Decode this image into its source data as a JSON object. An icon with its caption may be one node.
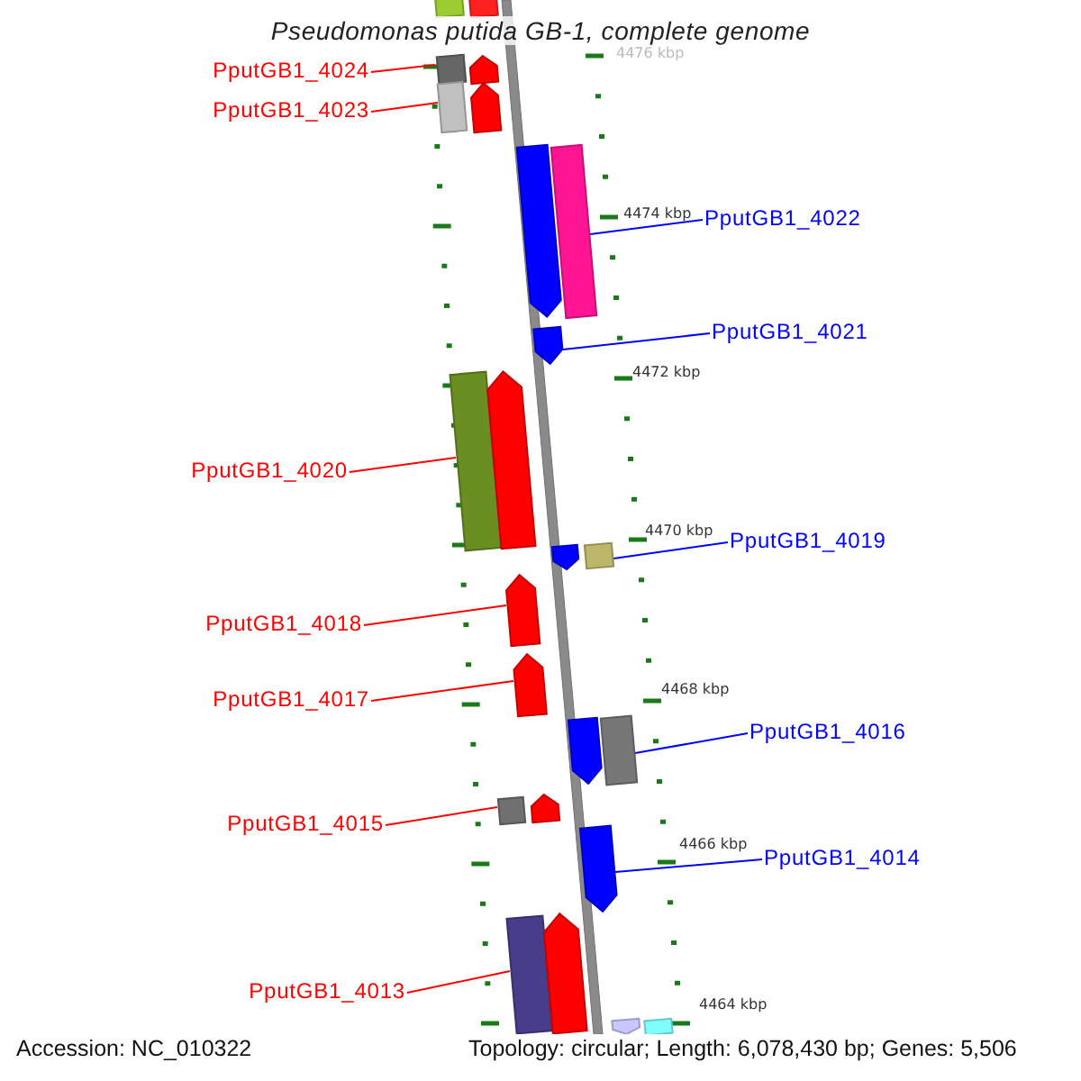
{
  "diagram": {
    "title": "Pseudomonas putida GB-1, complete genome",
    "nodes": [
      {
        "text": [],
        "shape": "bar"
      },
      {
        "text": [],
        "shape": "bar"
      },
      {
        "text": [
          "PputGB1_4024"
        ]
      },
      {
        "text": [],
        "shape": "bar"
      },
      {
        "text": [],
        "shape": "pentagon"
      },
      {
        "text": [
          "PputGB1_4023"
        ]
      },
      {
        "text": [],
        "shape": "bar"
      },
      {
        "text": [],
        "shape": "pentagon"
      },
      {
        "text": [],
        "shape": "pentagon"
      },
      {
        "text": [],
        "shape": "bar"
      },
      {
        "text": [
          "PputGB1_4022"
        ]
      },
      {
        "text": [],
        "shape": "pentagon"
      },
      {
        "text": [
          "PputGB1_4021"
        ]
      },
      {
        "text": [
          "PputGB1_4020"
        ]
      },
      {
        "text": [],
        "shape": "bar"
      },
      {
        "text": [],
        "shape": "pentagon"
      },
      {
        "text": [],
        "shape": "pentagon"
      },
      {
        "text": [],
        "shape": "bar"
      },
      {
        "text": [
          "PputGB1_4019"
        ]
      },
      {
        "text": [
          "PputGB1_4018"
        ]
      },
      {
        "text": [],
        "shape": "pentagon"
      },
      {
        "text": [
          "PputGB1_4017"
        ]
      },
      {
        "text": [],
        "shape": "pentagon"
      },
      {
        "text": [],
        "shape": "pentagon"
      },
      {
        "text": [],
        "shape": "bar"
      },
      {
        "text": [
          "PputGB1_4016"
        ]
      },
      {
        "text": [
          "PputGB1_4015"
        ]
      },
      {
        "text": [],
        "shape": "bar"
      },
      {
        "text": [],
        "shape": "pentagon"
      },
      {
        "text": [],
        "shape": "pentagon"
      },
      {
        "text": [
          "PputGB1_4014"
        ]
      },
      {
        "text": [
          "PputGB1_4013"
        ]
      },
      {
        "text": [],
        "shape": "bar"
      },
      {
        "text": [],
        "shape": "pentagon"
      },
      {
        "text": [],
        "shape": "pentagon"
      },
      {
        "text": [],
        "shape": "bar"
      }
    ],
    "edges": [
      {
        "from": 2,
        "to": 3,
        "arrow": "none"
      },
      {
        "from": 5,
        "to": 6,
        "arrow": "none"
      },
      {
        "from": 10,
        "to": 9,
        "arrow": "none",
        "color": "#0000ff"
      },
      {
        "from": 12,
        "to": 11,
        "arrow": "none",
        "color": "#0000ff"
      },
      {
        "from": 13,
        "to": 14,
        "arrow": "none"
      },
      {
        "from": 18,
        "to": 17,
        "arrow": "none",
        "color": "#0000ff"
      },
      {
        "from": 19,
        "to": 20,
        "arrow": "none"
      },
      {
        "from": 21,
        "to": 22,
        "arrow": "none"
      },
      {
        "from": 25,
        "to": 24,
        "arrow": "none",
        "color": "#0000ff"
      },
      {
        "from": 26,
        "to": 27,
        "arrow": "none"
      },
      {
        "from": 30,
        "to": 29,
        "arrow": "none",
        "color": "#0000ff"
      },
      {
        "from": 31,
        "to": 32,
        "arrow": "none"
      }
    ],
    "labels": [
      "4476 kbp",
      "4474 kbp",
      "4472 kbp",
      "4470 kbp",
      "4468 kbp",
      "4466 kbp",
      "4464 kbp",
      "Accession: NC_010322",
      "Topology: circular; Length: 6,078,430 bp; Genes: 5,506"
    ]
  }
}
